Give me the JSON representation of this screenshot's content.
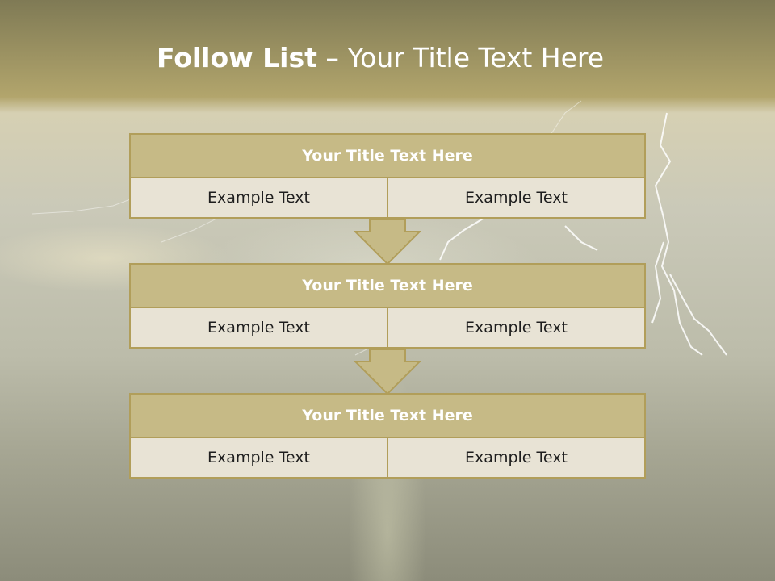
{
  "slide": {
    "title_strong": "Follow List",
    "title_rest": " – Your Title Text Here"
  },
  "flow": [
    {
      "title": "Your Title Text Here",
      "cells": [
        "Example Text",
        "Example Text"
      ]
    },
    {
      "title": "Your Title Text Here",
      "cells": [
        "Example Text",
        "Example Text"
      ]
    },
    {
      "title": "Your Title Text Here",
      "cells": [
        "Example Text",
        "Example Text"
      ]
    }
  ],
  "colors": {
    "title_bar": "#c6ba86",
    "border": "#b19e5a",
    "cell_fill": "#e8e3d5",
    "arrow_fill": "#c6ba86"
  }
}
